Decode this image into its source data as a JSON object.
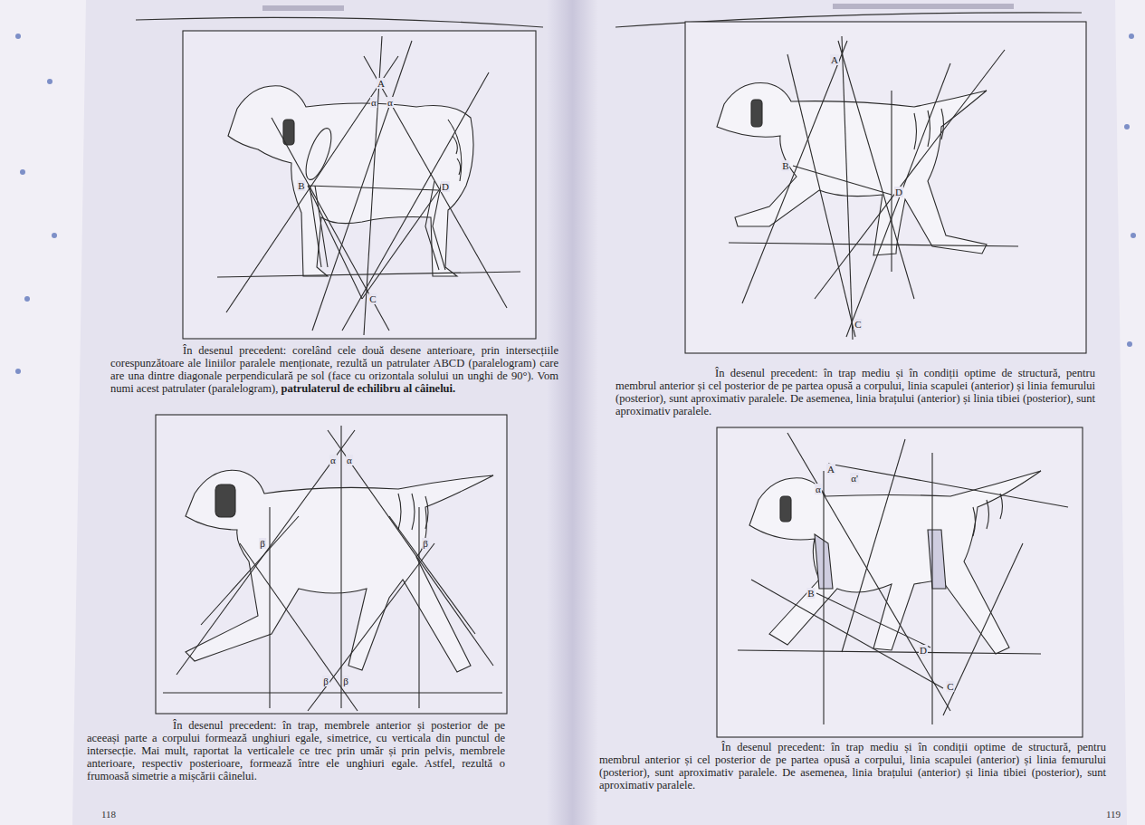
{
  "diagram": {
    "labels": [
      "A",
      "α",
      "α",
      "B",
      "D",
      "C",
      "În desenul precedent: corelând cele două desene anterioare, prin intersecțiile corespunzătoare ale liniilor paralele menționate, rezultă un patrulater ABCD (paralelogram) care are una dintre diagonale perpendiculară pe sol (face cu orizontala solului un unghi de 90°). Vom numi acest patrulater (paralelogram),",
      "patrulaterul de echilibru al câinelui.",
      "α",
      "α",
      "β",
      "β",
      "β",
      "β",
      "În desenul precedent: în trap, membrele anterior și posterior de pe aceeași parte a corpului formează unghiuri egale, simetrice, cu verticala din punctul de intersecție. Mai mult, raportat la verticalele ce trec prin umăr și prin pelvis, membrele anterioare, respectiv posterioare, formează între ele unghiuri egale. Astfel, rezultă o frumoasă simetrie a mișcării câinelui.",
      "A",
      "B",
      "D",
      "C",
      "În desenul precedent: în trap mediu și în condiții optime de structură, pentru membrul anterior și cel posterior de pe partea opusă a corpului, linia scapulei (anterior) și linia femurului (posterior), sunt aproximativ paralele. De asemenea, linia brațului (anterior) și linia tibiei (posterior), sunt aproximativ paralele.",
      "A",
      "α",
      "α'",
      "B",
      "D",
      "C",
      "În desenul precedent: în trap mediu și în condiții optime de structură, pentru membrul anterior și cel posterior de pe partea opusă a corpului, linia scapulei (anterior) și linia femurului (posterior), sunt aproximativ paralele. De asemenea, linia brațului (anterior) și linia tibiei (posterior), sunt aproximativ paralele.",
      "118",
      "119"
    ]
  }
}
